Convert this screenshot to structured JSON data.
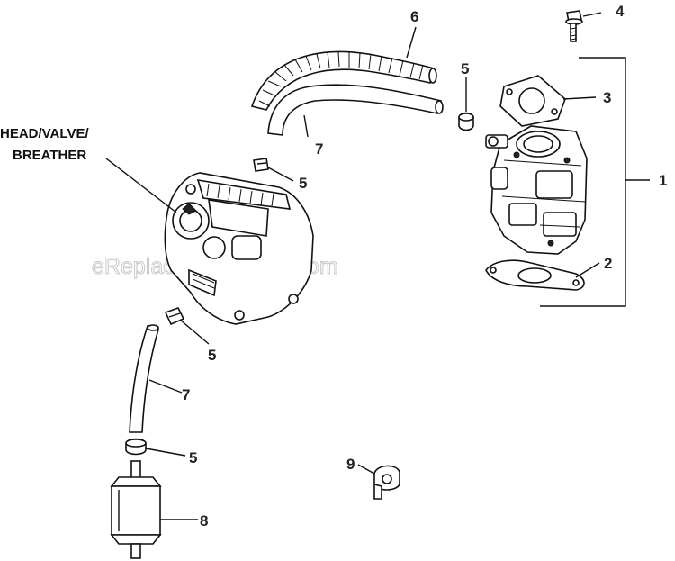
{
  "watermark": "eReplacementParts.com",
  "head_label": [
    "HEAD/VALVE/",
    "BREATHER"
  ],
  "callouts": {
    "c1": "1",
    "c2": "2",
    "c3": "3",
    "c4": "4",
    "c5a": "5",
    "c5b": "5",
    "c5c": "5",
    "c5d": "5",
    "c6": "6",
    "c7a": "7",
    "c7b": "7",
    "c8": "8",
    "c9": "9"
  }
}
